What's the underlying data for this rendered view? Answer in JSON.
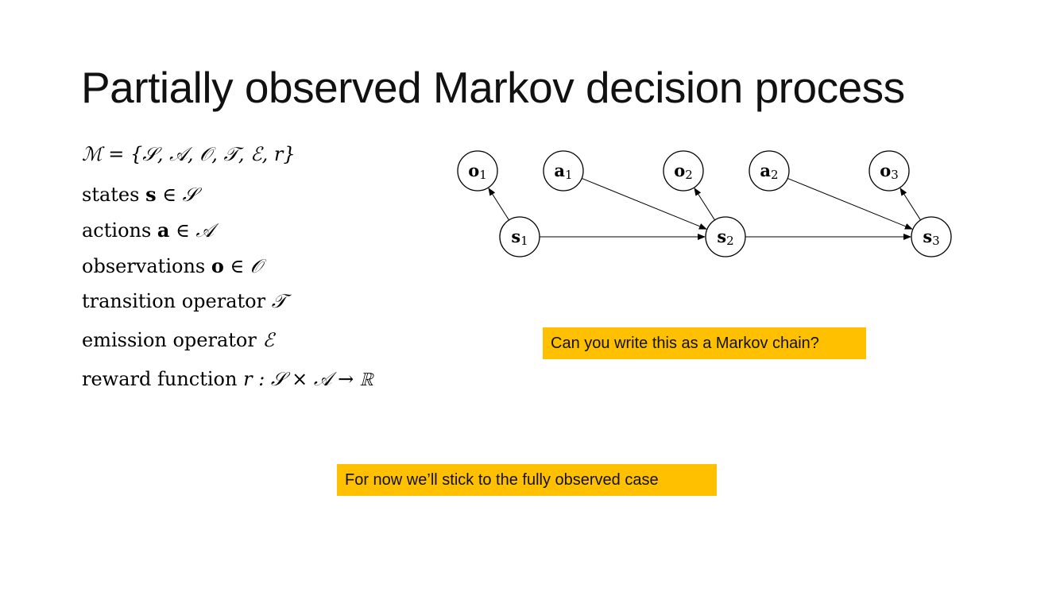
{
  "slide": {
    "title": "Partially observed Markov decision process",
    "definitions": [
      {
        "id": "mdp",
        "text": "",
        "math": "ℳ = {𝒮, 𝒜, 𝒪, 𝒯, ℰ, r}",
        "bold": ""
      },
      {
        "id": "states",
        "text": "states ",
        "bold": "s",
        "math": " ∈ 𝒮"
      },
      {
        "id": "actions",
        "text": "actions ",
        "bold": "a",
        "math": " ∈ 𝒜"
      },
      {
        "id": "observations",
        "text": "observations ",
        "bold": "o",
        "math": " ∈ 𝒪"
      },
      {
        "id": "transition",
        "text": "transition operator ",
        "bold": "",
        "math": "𝒯"
      },
      {
        "id": "emission",
        "text": "emission operator ",
        "bold": "",
        "math": "ℰ"
      },
      {
        "id": "reward",
        "text": "reward function ",
        "bold": "",
        "math": "r : 𝒮 × 𝒜 → ℝ"
      }
    ],
    "callouts": {
      "markov_chain": "Can you write this as a Markov chain?",
      "fully_observed": "For now we’ll stick to the fully observed case"
    },
    "accent_color": "#ffc000"
  },
  "graph": {
    "nodes": [
      {
        "id": "o1",
        "letter": "o",
        "sub": "1"
      },
      {
        "id": "a1",
        "letter": "a",
        "sub": "1"
      },
      {
        "id": "o2",
        "letter": "o",
        "sub": "2"
      },
      {
        "id": "a2",
        "letter": "a",
        "sub": "2"
      },
      {
        "id": "o3",
        "letter": "o",
        "sub": "3"
      },
      {
        "id": "s1",
        "letter": "s",
        "sub": "1"
      },
      {
        "id": "s2",
        "letter": "s",
        "sub": "2"
      },
      {
        "id": "s3",
        "letter": "s",
        "sub": "3"
      }
    ],
    "edges": [
      {
        "from": "s1",
        "to": "o1"
      },
      {
        "from": "s2",
        "to": "o2"
      },
      {
        "from": "s3",
        "to": "o3"
      },
      {
        "from": "s1",
        "to": "s2"
      },
      {
        "from": "s2",
        "to": "s3"
      },
      {
        "from": "a1",
        "to": "s2"
      },
      {
        "from": "a2",
        "to": "s3"
      }
    ]
  }
}
